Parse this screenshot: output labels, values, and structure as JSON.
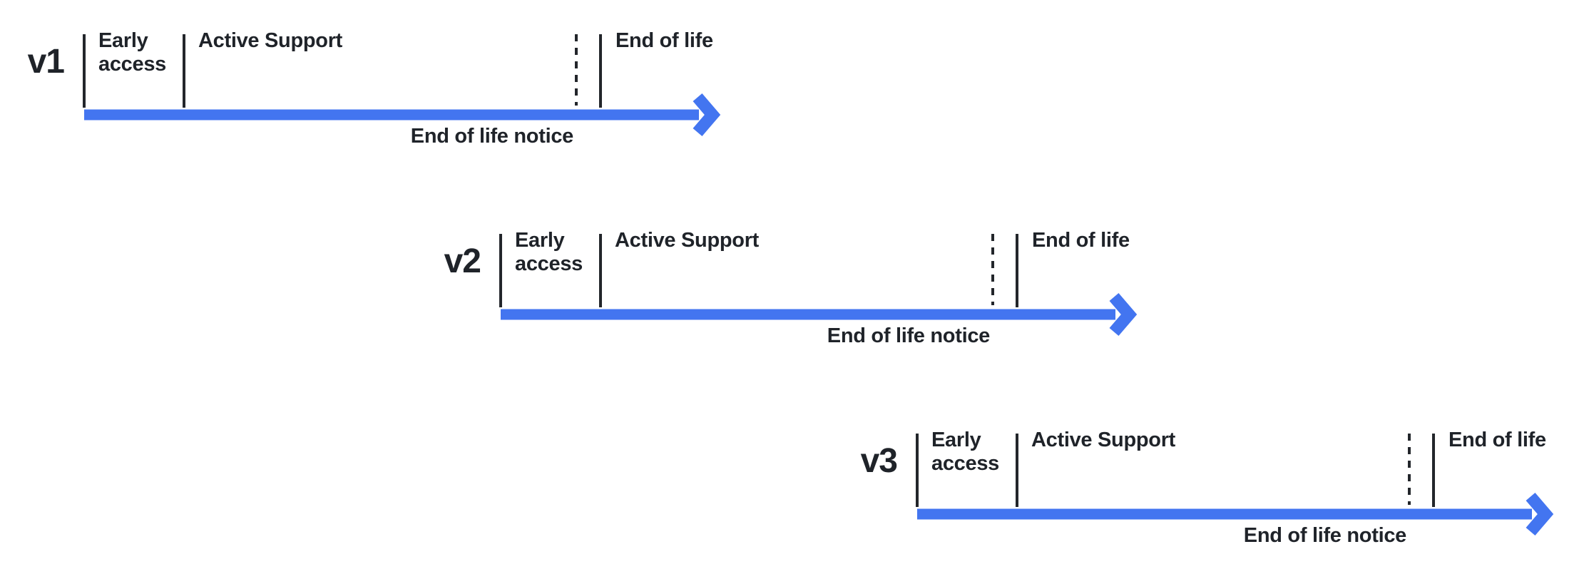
{
  "diagram": {
    "type": "version-lifecycle-timelines",
    "colors": {
      "accent": "#4375F0",
      "line": "#23262B",
      "text": "#1F2329",
      "background": "#FFFFFF"
    },
    "timelines": [
      {
        "version": "v1",
        "phases": {
          "early": "Early access",
          "active": "Active Support",
          "eol": "End of life"
        },
        "notice": "End of life notice"
      },
      {
        "version": "v2",
        "phases": {
          "early": "Early access",
          "active": "Active Support",
          "eol": "End of life"
        },
        "notice": "End of life notice"
      },
      {
        "version": "v3",
        "phases": {
          "early": "Early access",
          "active": "Active Support",
          "eol": "End of life"
        },
        "notice": "End of life notice"
      }
    ]
  }
}
